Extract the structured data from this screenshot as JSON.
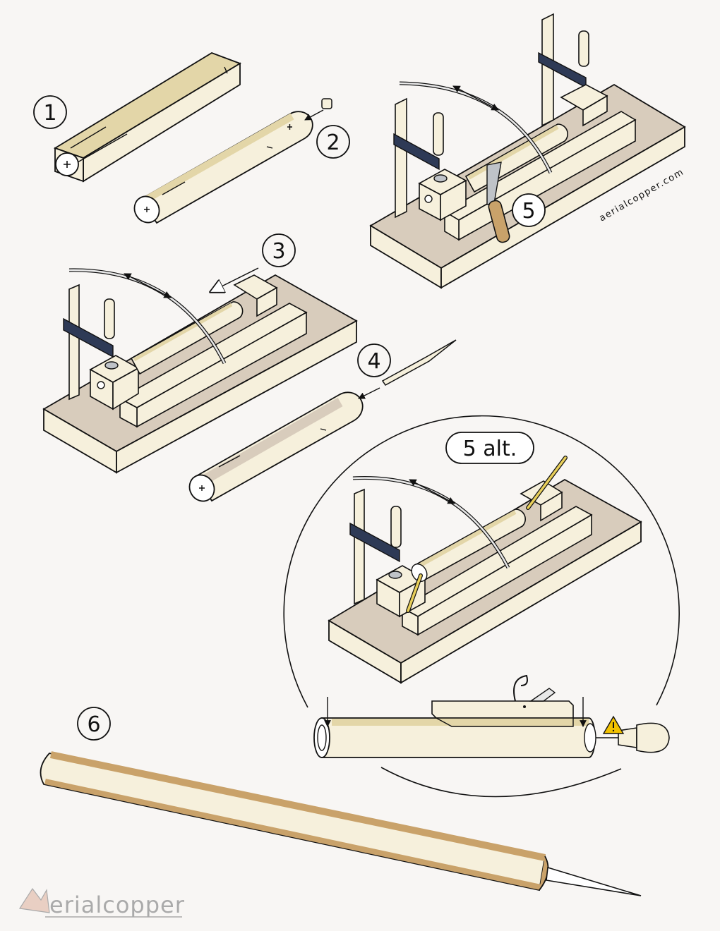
{
  "steps": {
    "s1": "1",
    "s2": "2",
    "s3": "3",
    "s4": "4",
    "s5": "5",
    "s5alt": "5 alt.",
    "s6": "6"
  },
  "branding": {
    "site_url": "aerialcopper.com",
    "logo_text": "erialcopper"
  },
  "icons": [
    "warning-icon",
    "arrow-icon",
    "double-arrow-icon",
    "plus-mark",
    "minus-mark"
  ],
  "colors": {
    "background": "#f8f6f4",
    "wood_face": "#e3d6a8",
    "wood_light": "#f6f0dc",
    "base_wood": "#d8ccbc",
    "steel_dark": "#2e3a56",
    "finished_handle": "#c9a26a",
    "warning": "#f2c200"
  }
}
